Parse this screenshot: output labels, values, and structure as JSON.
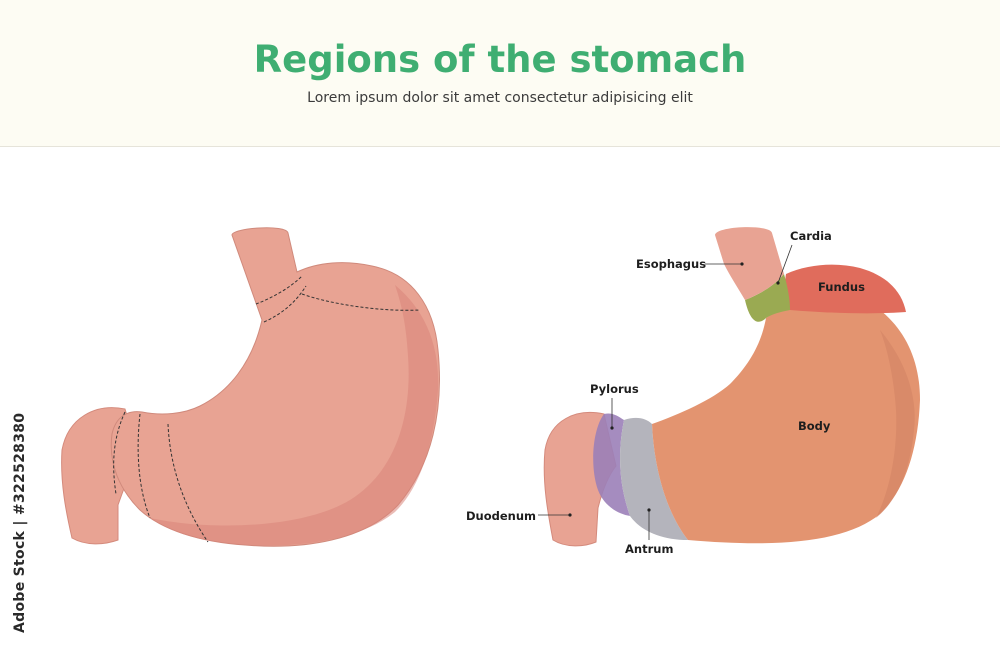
{
  "header": {
    "title": "Regions of the stomach",
    "subtitle": "Lorem ipsum dolor sit amet consectetur adipisicing elit"
  },
  "side_text": "Adobe Stock | #322528380",
  "labels": {
    "cardia": "Cardia",
    "esophagus": "Esophagus",
    "fundus": "Fundus",
    "pylorus": "Pylorus",
    "body": "Body",
    "duodenum": "Duodenum",
    "antrum": "Antrum"
  },
  "colors": {
    "title": "#3fae72",
    "stomach": "#e8a393",
    "esophagus": "#e8a393",
    "cardia": "#9aaa52",
    "fundus": "#e06c5c",
    "body": "#e39470",
    "pylorus": "#9b80b8",
    "antrum": "#b4b4bc"
  }
}
